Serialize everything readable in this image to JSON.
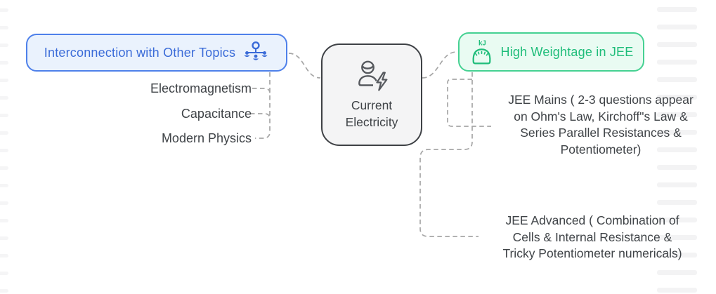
{
  "center_node": {
    "label": "Current Electricity"
  },
  "left_branch": {
    "title": "Interconnection with Other Topics",
    "children": [
      "Electromagnetism",
      "Capacitance",
      "Modern Physics"
    ]
  },
  "right_branch": {
    "title": "High Weightage in JEE",
    "icon_text": "kJ",
    "children": [
      {
        "lines": [
          "JEE Mains ( 2-3 questions appear",
          "on Ohm's Law, Kirchoff\"s Law &",
          "Series Parallel Resistances &",
          "Potentiometer)"
        ]
      },
      {
        "lines": [
          "JEE Advanced ( Combination of",
          "Cells & Internal Resistance  &",
          "Tricky Potentiometer numericals)"
        ]
      }
    ]
  },
  "colors": {
    "blue-border": "#4e80ea",
    "blue-bg": "#eaf2fd",
    "blue-text": "#3a6bd8",
    "green-border": "#45d192",
    "green-bg": "#e9fbf2",
    "green-text": "#1fbd7a",
    "center-border": "#3e4145",
    "center-bg": "#f4f4f5",
    "center-icon": "#56595e",
    "dark-text": "#3f4347",
    "connector": "#a6a6a6"
  }
}
